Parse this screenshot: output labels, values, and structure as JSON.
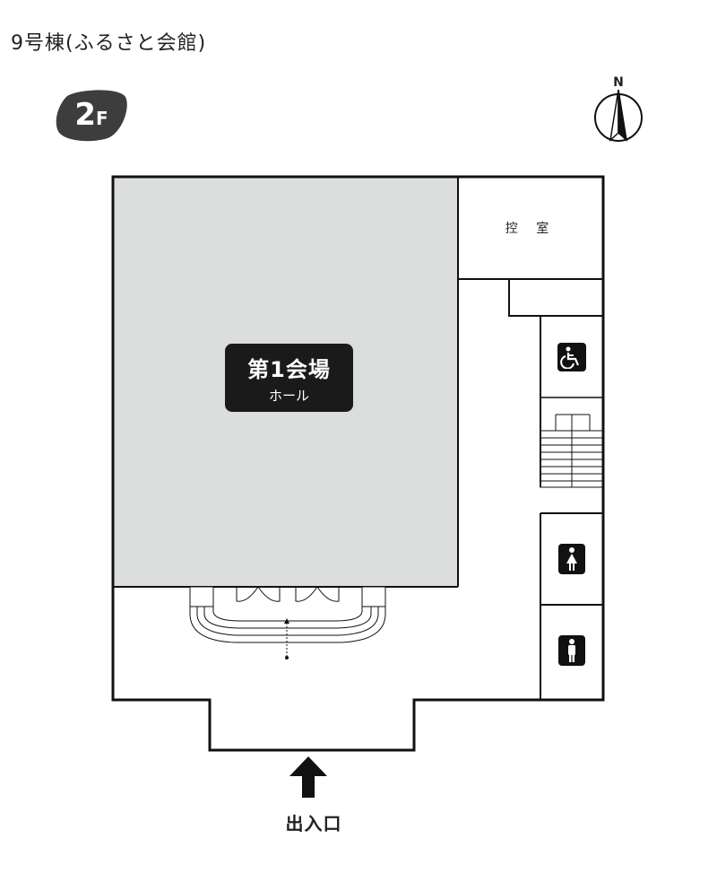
{
  "page": {
    "title": "9号棟(ふるさと会館)"
  },
  "floor_badge": {
    "number": "2",
    "unit": "F"
  },
  "compass": {
    "label": "N"
  },
  "rooms": {
    "main_hall": {
      "name": "第1会場",
      "sub": "ホール"
    },
    "waiting_room": {
      "name": "控 室"
    }
  },
  "facilities": {
    "accessible_restroom_icon": "wheelchair-icon",
    "womens_restroom_icon": "female-restroom-icon",
    "mens_restroom_icon": "male-restroom-icon",
    "stairs_icon": "stairs-icon"
  },
  "entrance": {
    "label": "出入口"
  },
  "colors": {
    "hall_fill": "#dcdedd",
    "wall": "#111111",
    "badge": "#3d3d3d"
  }
}
